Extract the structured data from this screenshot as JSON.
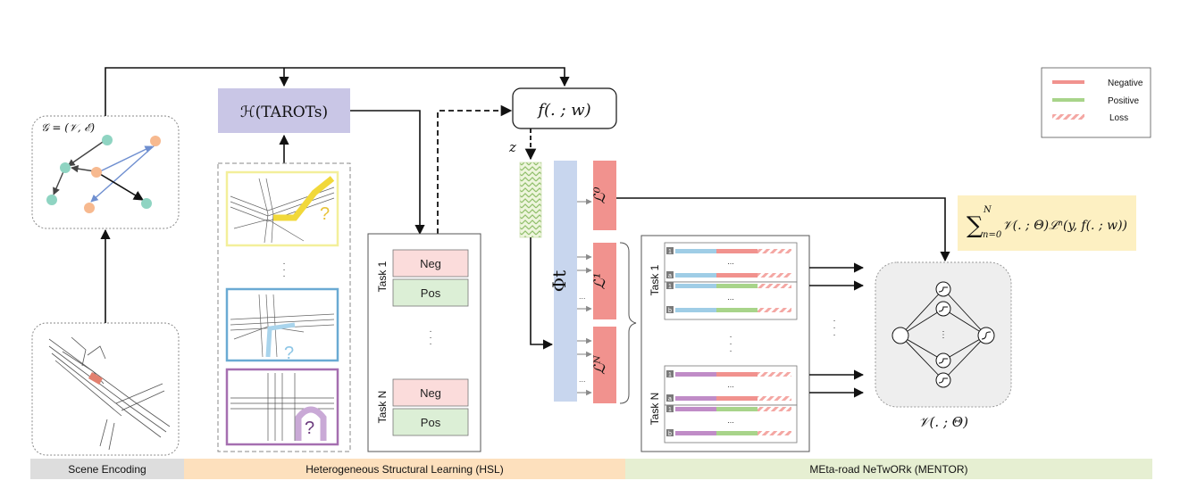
{
  "colors": {
    "negative": "#f1928e",
    "positive": "#a8d48a",
    "loss": "#f4a7a3",
    "hsl_box": "#c9c6e6",
    "phi_bar": "#c8d6ee",
    "loss_box": "#f1928e",
    "neg_fill": "#fbdcdb",
    "pos_fill": "#dcefd6",
    "formula_bg": "#fdf0c2",
    "band_scene": "#dddddd",
    "band_hsl": "#fde0bd",
    "band_mentor": "#e6efd2",
    "task_blue": "#9fcde6",
    "task_purple": "#c08cc7"
  },
  "legend": {
    "negative": "Negative",
    "positive": "Positive",
    "loss": "Loss"
  },
  "graph_label": "𝒢 = (𝒱, ℰ)",
  "hsl_box_label": "ℋ(TAROTs)",
  "f_label": "f(. ; w)",
  "z_label": "z",
  "phi_label": "Φt",
  "loss_labels": {
    "l0": "ℒ⁰",
    "l1": "ℒ¹",
    "lN": "ℒᴺ"
  },
  "formula": "∑ₙ₌₀ᴺ 𝒱(. ; Θ) ℒⁿ(y, f(. ; w))",
  "formula_parts": {
    "sum": "∑",
    "upper": "N",
    "lower": "n=0",
    "body": "𝒱(. ; Θ)ℒⁿ(y, f(. ; w))"
  },
  "task_panel": {
    "task1": "Task 1",
    "taskN": "Task N",
    "neg": "Neg",
    "pos": "Pos"
  },
  "mentor_panel": {
    "task1": "Task 1",
    "taskN": "Task N",
    "row_tags_top": [
      "1",
      "a",
      "1",
      "b"
    ],
    "row_tags_bottom": [
      "1",
      "a",
      "1",
      "b"
    ],
    "ellipsis": "..."
  },
  "network_label": "𝒱(. ; Θ)",
  "question_mark": "?",
  "vertical_ellipsis": "· · ·",
  "bands": {
    "scene": "Scene Encoding",
    "hsl": "Heterogeneous Structural Learning (HSL)",
    "mentor": "MEta-road NeTwORk (MENTOR)"
  }
}
